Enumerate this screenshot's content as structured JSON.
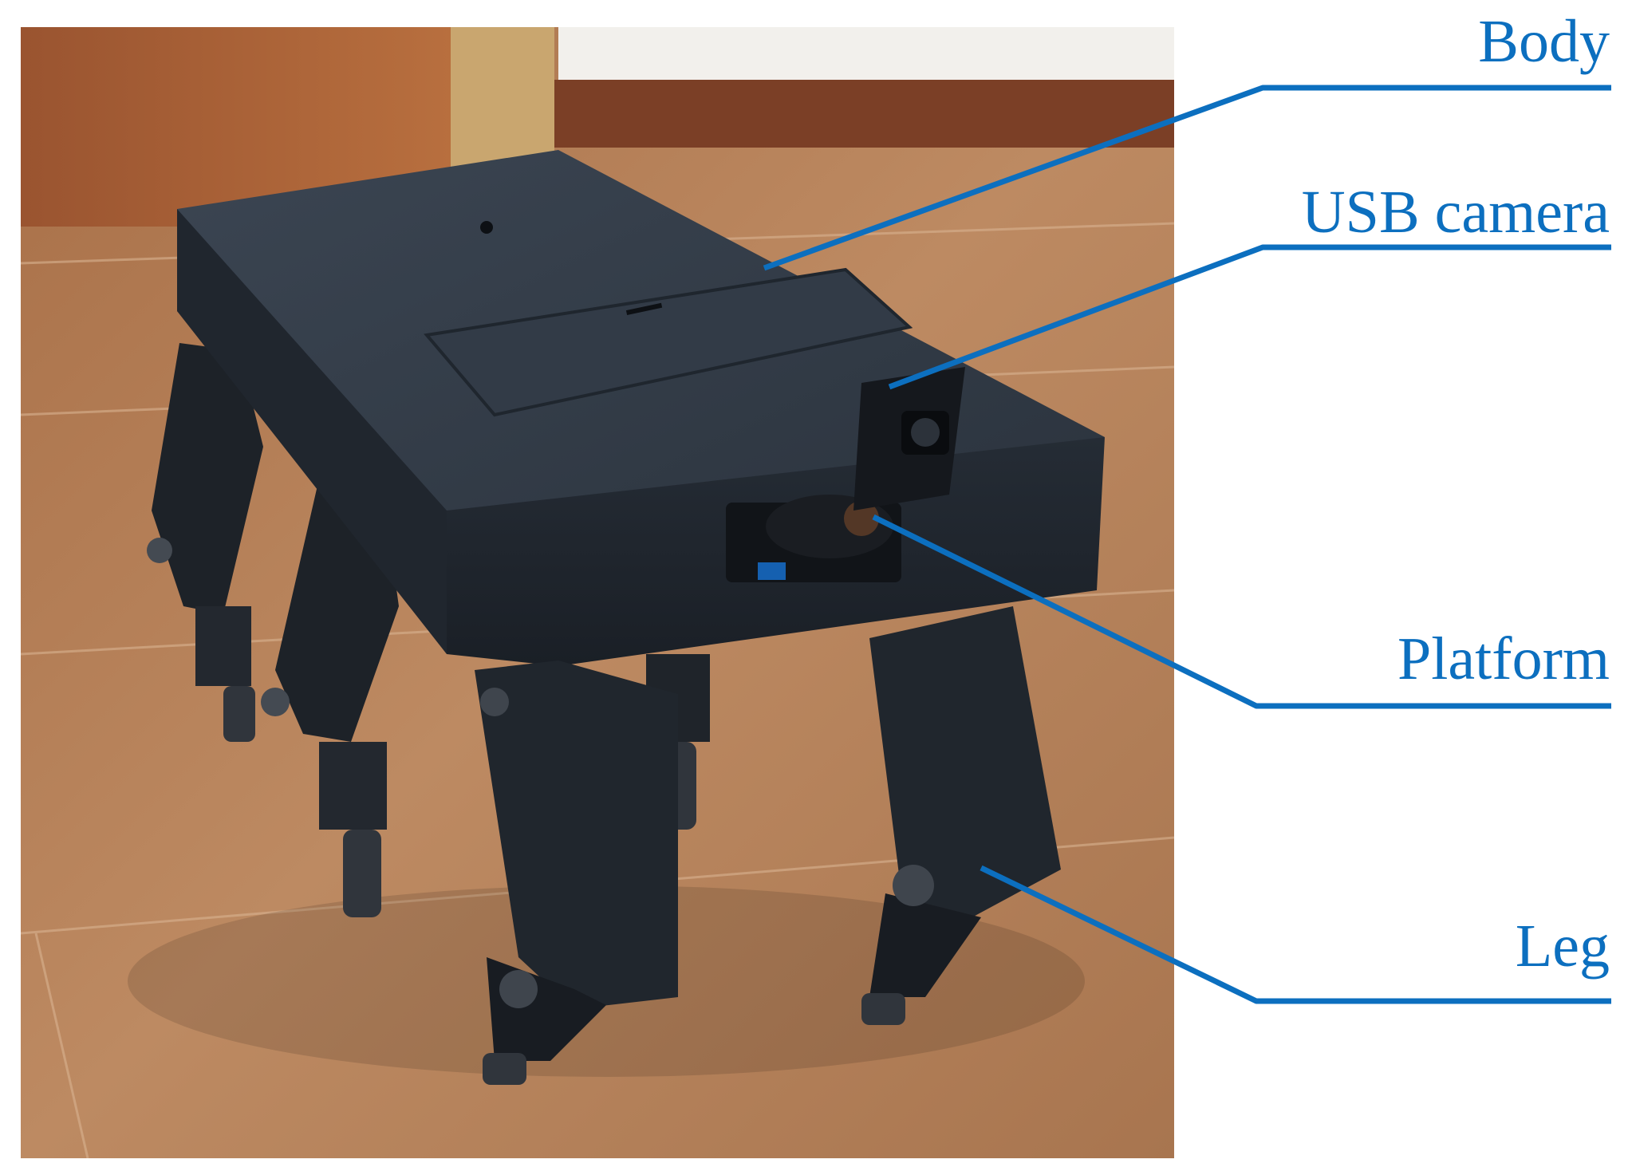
{
  "labels": {
    "body": "Body",
    "usb_camera": "USB camera",
    "platform": "Platform",
    "leg": "Leg"
  },
  "colors": {
    "callout": "#0c6fbf",
    "body_dark": "#2b3440",
    "floor": "#b07850",
    "wall": "#f2f0ec"
  }
}
